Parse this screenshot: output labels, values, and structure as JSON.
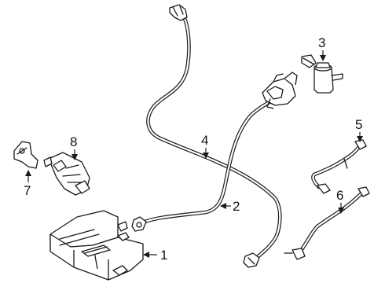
{
  "callouts": [
    {
      "id": "1",
      "text": "1"
    },
    {
      "id": "2",
      "text": "2"
    },
    {
      "id": "3",
      "text": "3"
    },
    {
      "id": "4",
      "text": "4"
    },
    {
      "id": "5",
      "text": "5"
    },
    {
      "id": "6",
      "text": "6"
    },
    {
      "id": "7",
      "text": "7"
    },
    {
      "id": "8",
      "text": "8"
    }
  ],
  "colors": {
    "line": "#1a1a1a",
    "background": "#ffffff"
  }
}
